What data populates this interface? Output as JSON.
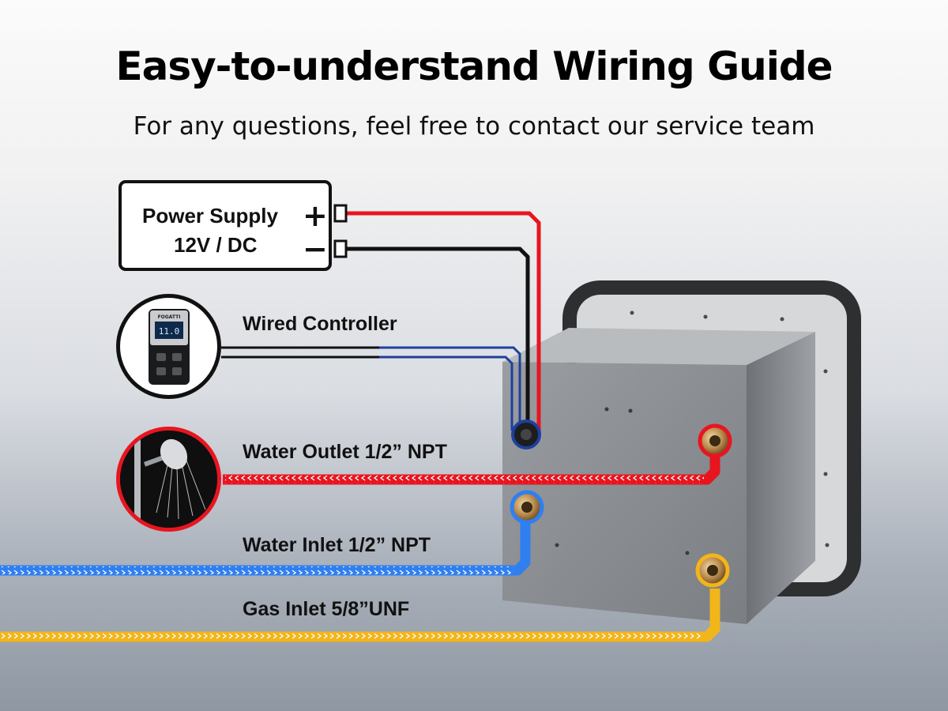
{
  "header": {
    "title": "Easy-to-understand Wiring Guide",
    "subtitle": "For any questions, feel free to contact our service team"
  },
  "power_supply": {
    "title": "Power Supply",
    "voltage": "12V / DC",
    "positive_sign": "+",
    "negative_sign": "−"
  },
  "connections": [
    {
      "label": "Wired Controller",
      "color": "#1f3f9e",
      "icon": "wired-controller"
    },
    {
      "label": "Water Outlet 1/2” NPT",
      "color": "#e8151f",
      "icon": "shower-head"
    },
    {
      "label": "Water Inlet 1/2” NPT",
      "color": "#2f7ff0",
      "icon": "water-inlet"
    },
    {
      "label": "Gas Inlet 5/8”UNF",
      "color": "#f2b51a",
      "icon": "gas-inlet"
    }
  ],
  "controller": {
    "brand": "FOGATTI",
    "display": "11.0"
  },
  "colors": {
    "positive_wire": "#e8151f",
    "negative_wire": "#111111",
    "controller_wire": "#1f3f9e",
    "hot_water": "#e8151f",
    "cold_water": "#2f7ff0",
    "gas": "#f2b51a"
  }
}
